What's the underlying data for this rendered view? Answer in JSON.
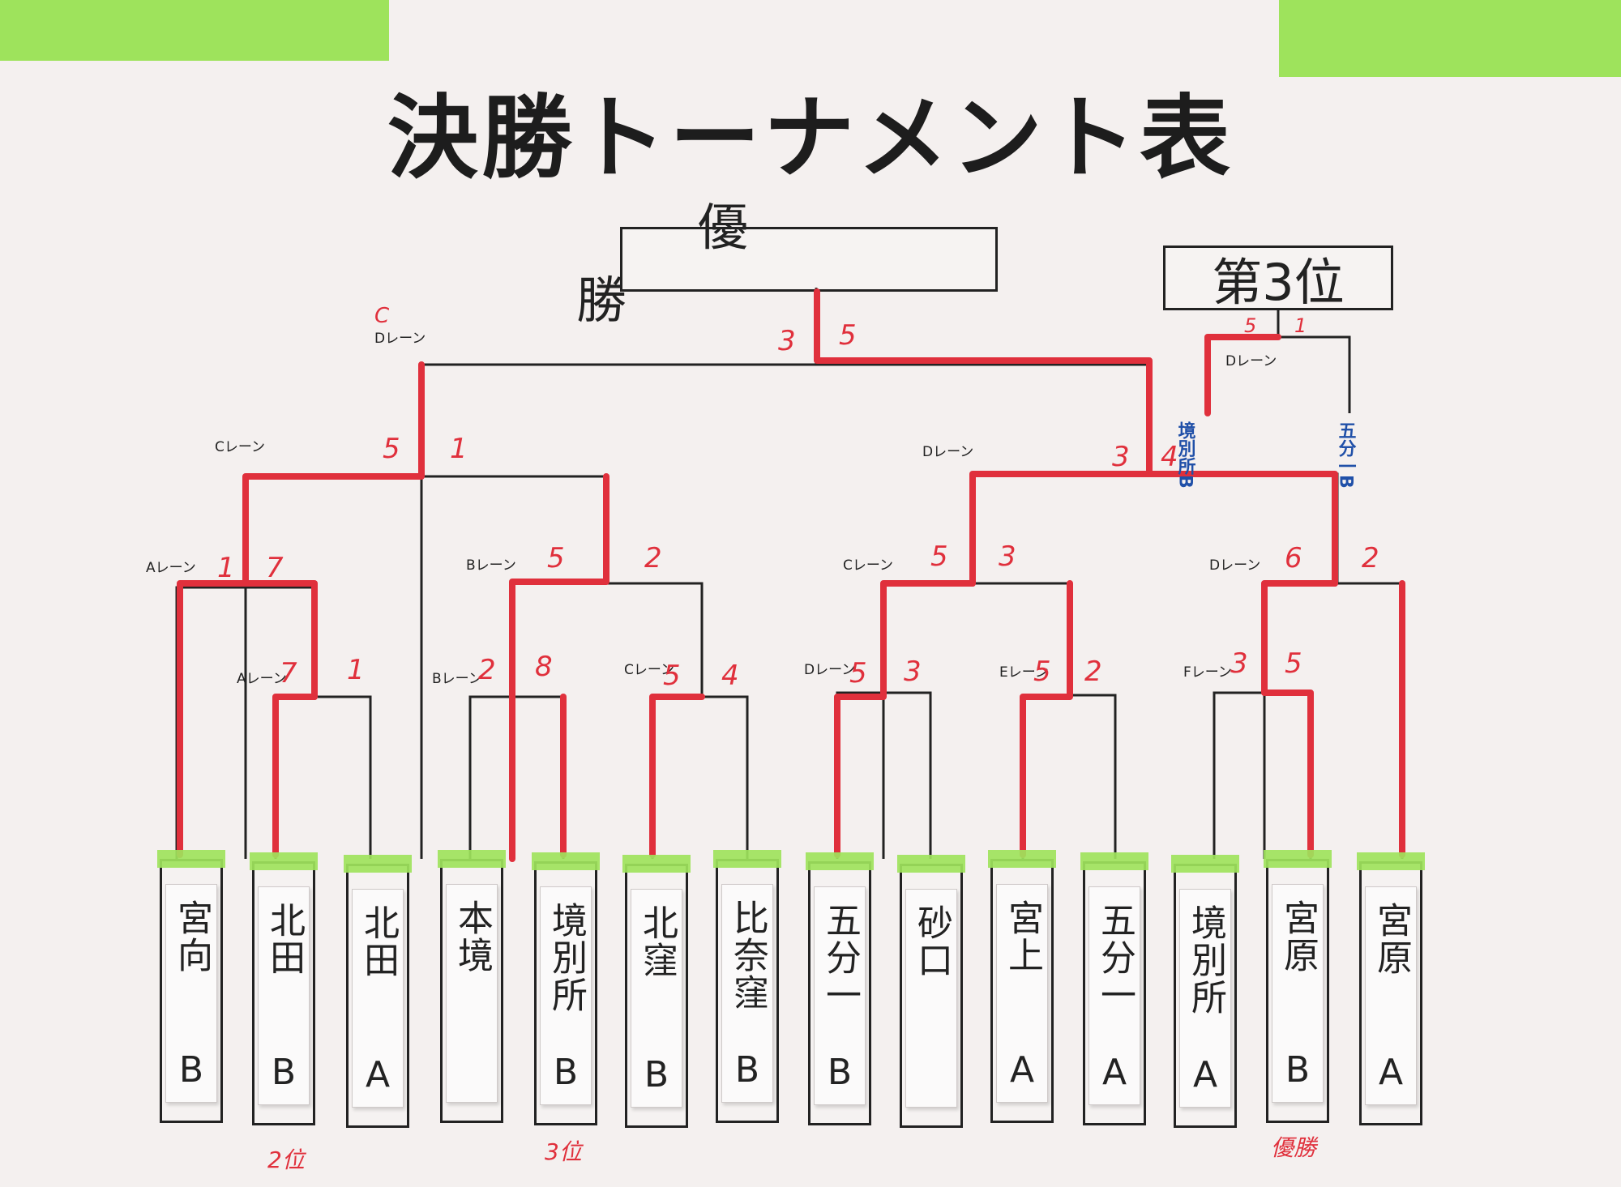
{
  "title": "決勝トーナメント表",
  "champion_label": "優　勝",
  "third_place_label": "第3位",
  "colors": {
    "winner_line": "#e0303c",
    "tape": "#9ee35c",
    "ink": "#222222",
    "blue_ink": "#2050a8"
  },
  "lanes": {
    "final": "Dレーン",
    "final_correction": "C",
    "third": "Dレーン",
    "semi_left": "Cレーン",
    "semi_right": "Dレーン",
    "qf1": "Aレーン",
    "qf2": "Bレーン",
    "qf3": "Cレーン",
    "qf4": "Dレーン",
    "r1_1": "Aレーン",
    "r1_2": "Bレーン",
    "r1_3": "Cレーン",
    "r1_4": "Dレーン",
    "r1_5": "Eレーン",
    "r1_6": "Fレーン"
  },
  "scores": {
    "final": [
      "3",
      "5"
    ],
    "third": [
      "5",
      "1"
    ],
    "semi_left": [
      "5",
      "1"
    ],
    "semi_right": [
      "3",
      "4"
    ],
    "qf1": [
      "1",
      "7"
    ],
    "qf2": [
      "5",
      "2"
    ],
    "qf3": [
      "5",
      "3"
    ],
    "qf4": [
      "6",
      "2"
    ],
    "r1_1": [
      "7",
      "1"
    ],
    "r1_2": [
      "2",
      "8"
    ],
    "r1_3": [
      "5",
      "4"
    ],
    "r1_4": [
      "5",
      "3"
    ],
    "r1_5": [
      "5",
      "2"
    ],
    "r1_6": [
      "3",
      "5"
    ]
  },
  "third_place_teams": [
    "境別所B",
    "五分一B"
  ],
  "teams": [
    {
      "name": "宮向",
      "suffix": "B"
    },
    {
      "name": "北田",
      "suffix": "B"
    },
    {
      "name": "北田",
      "suffix": "A"
    },
    {
      "name": "本境",
      "suffix": ""
    },
    {
      "name": "境別所",
      "suffix": "B"
    },
    {
      "name": "北窪",
      "suffix": "B"
    },
    {
      "name": "比奈窪",
      "suffix": "B"
    },
    {
      "name": "五分一",
      "suffix": "B"
    },
    {
      "name": "砂口",
      "suffix": ""
    },
    {
      "name": "宮上",
      "suffix": "A"
    },
    {
      "name": "五分一",
      "suffix": "A"
    },
    {
      "name": "境別所",
      "suffix": "A"
    },
    {
      "name": "宮原",
      "suffix": "B"
    },
    {
      "name": "宮原",
      "suffix": "A"
    }
  ],
  "ranks": {
    "second": "2位",
    "third": "3位",
    "champion": "優勝"
  }
}
